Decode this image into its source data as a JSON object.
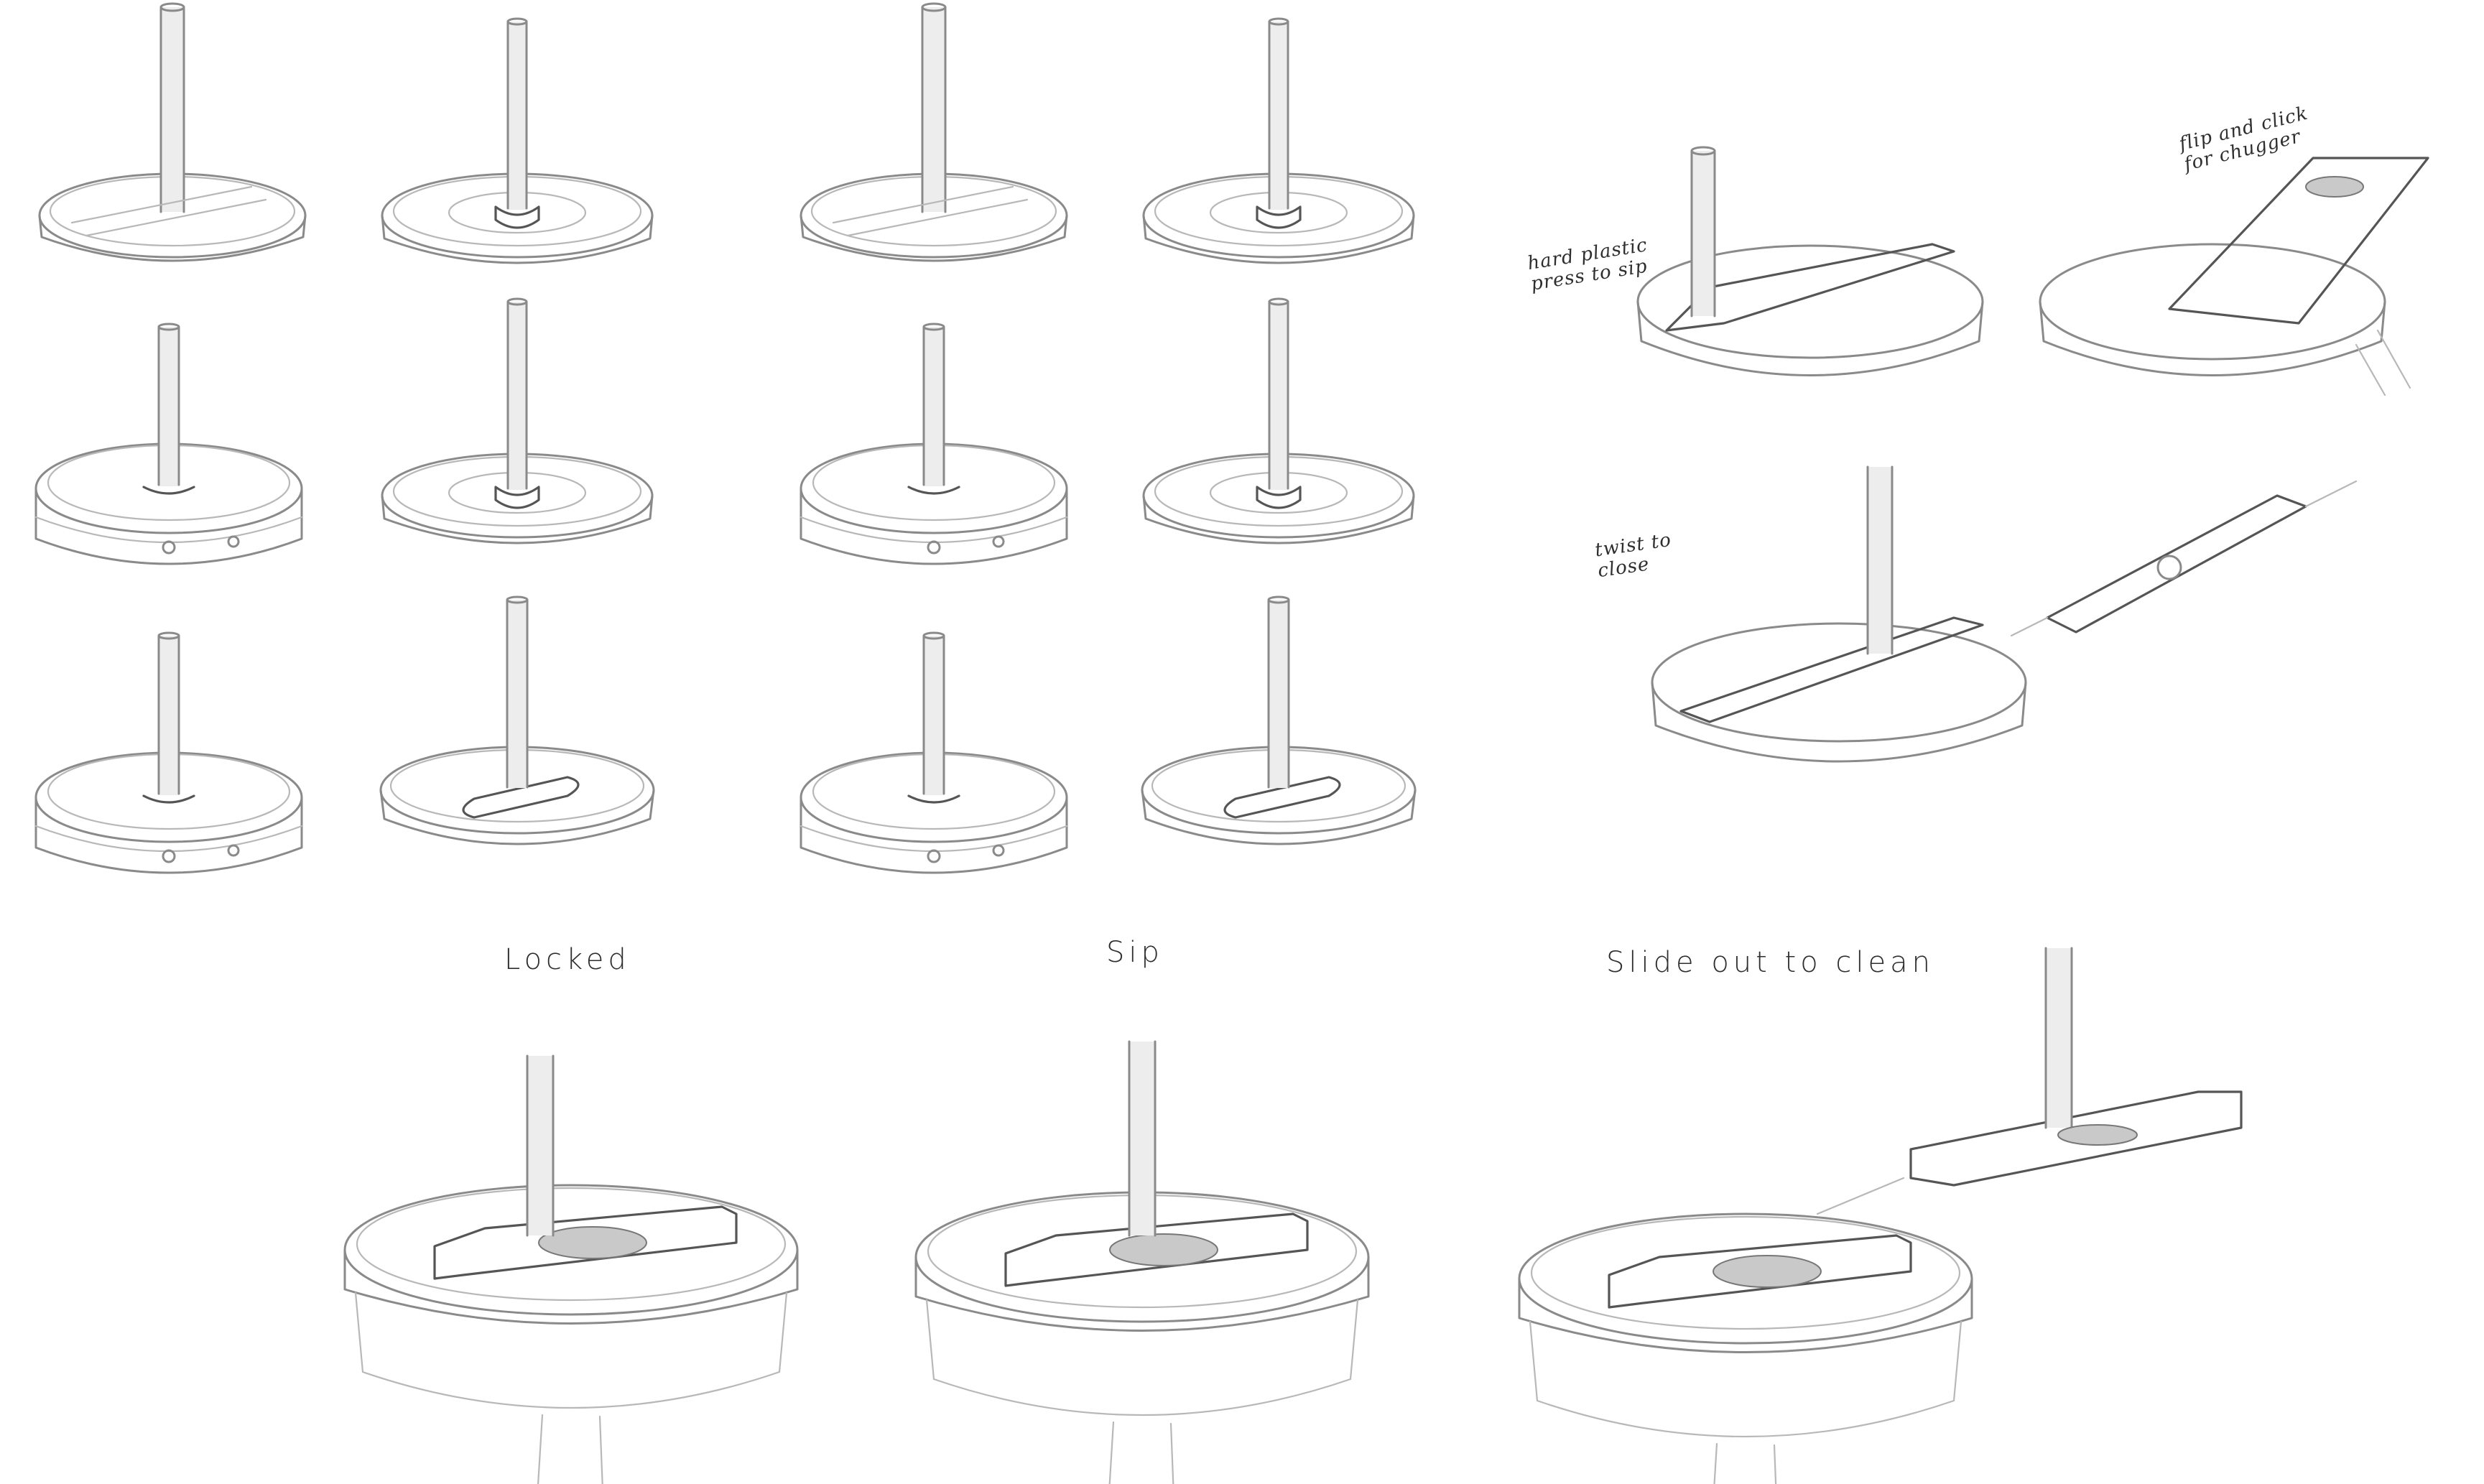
{
  "labels": {
    "locked": "Locked",
    "sip": "Sip",
    "slide_out": "Slide out to clean"
  },
  "notes": {
    "hard_plastic_line1": "hard plastic",
    "hard_plastic_line2": "press to sip",
    "flip_line1": "flip and click",
    "flip_line2": "for chugger",
    "twist_line1": "twist to",
    "twist_line2": "close"
  },
  "colors": {
    "paper": "#ffffff",
    "pencil": "#8a8a8a",
    "pencil_dark": "#555555",
    "shade": "#c9c9c9"
  }
}
